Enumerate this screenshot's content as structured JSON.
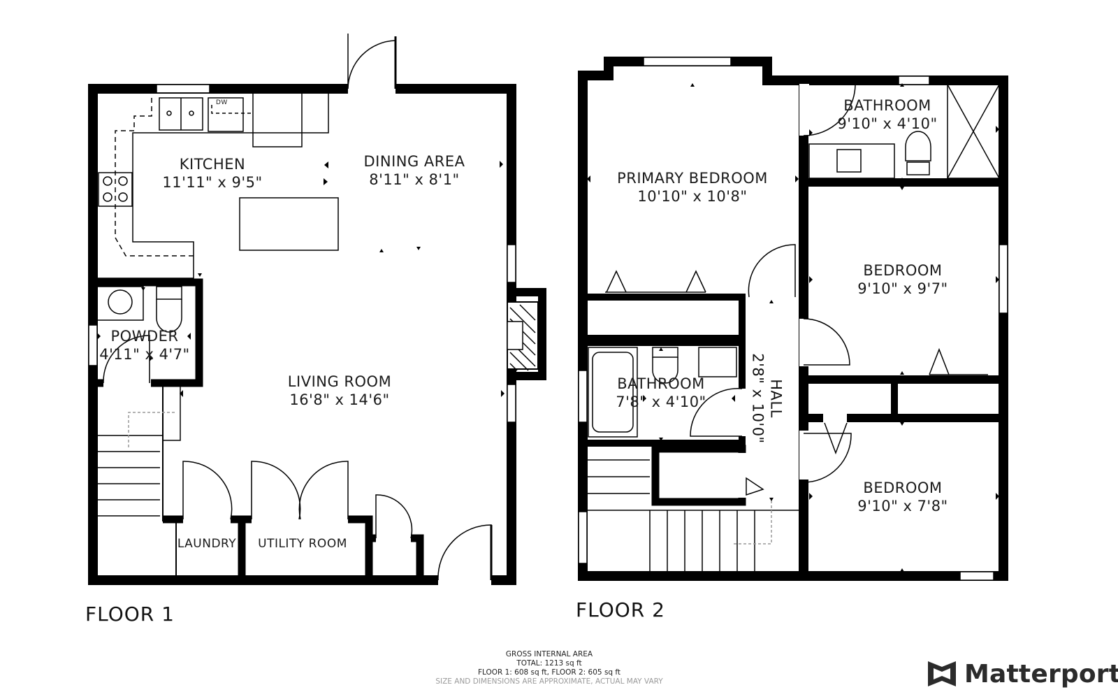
{
  "floors": [
    {
      "title": "FLOOR 1",
      "rooms": [
        {
          "name": "KITCHEN",
          "dims": "11'11\" x 9'5\""
        },
        {
          "name": "DINING AREA",
          "dims": "8'11\" x 8'1\""
        },
        {
          "name": "POWDER",
          "dims": "4'11\" x 4'7\""
        },
        {
          "name": "LIVING ROOM",
          "dims": "16'8\" x 14'6\""
        },
        {
          "name": "LAUNDRY",
          "dims": ""
        },
        {
          "name": "UTILITY ROOM",
          "dims": ""
        }
      ],
      "fixtures": {
        "dishwasher": "DW"
      }
    },
    {
      "title": "FLOOR 2",
      "rooms": [
        {
          "name": "PRIMARY BEDROOM",
          "dims": "10'10\" x 10'8\""
        },
        {
          "name": "BATHROOM",
          "dims": "9'10\" x 4'10\""
        },
        {
          "name": "BEDROOM",
          "dims": "9'10\" x 9'7\""
        },
        {
          "name": "BATHROOM",
          "dims": "7'8\" x 4'10\""
        },
        {
          "name": "HALL",
          "dims": "2'8\" x 10'0\""
        },
        {
          "name": "BEDROOM",
          "dims": "9'10\" x 7'8\""
        }
      ]
    }
  ],
  "area": {
    "heading": "GROSS INTERNAL AREA",
    "total": "TOTAL: 1213  sq ft",
    "per_floor": "FLOOR 1: 608 sq ft, FLOOR 2: 605 sq ft",
    "disclaimer": "SIZE AND DIMENSIONS ARE APPROXIMATE, ACTUAL MAY VARY"
  },
  "brand": {
    "name": "Matterport",
    "logo_icon": "matterport-logo-icon"
  }
}
